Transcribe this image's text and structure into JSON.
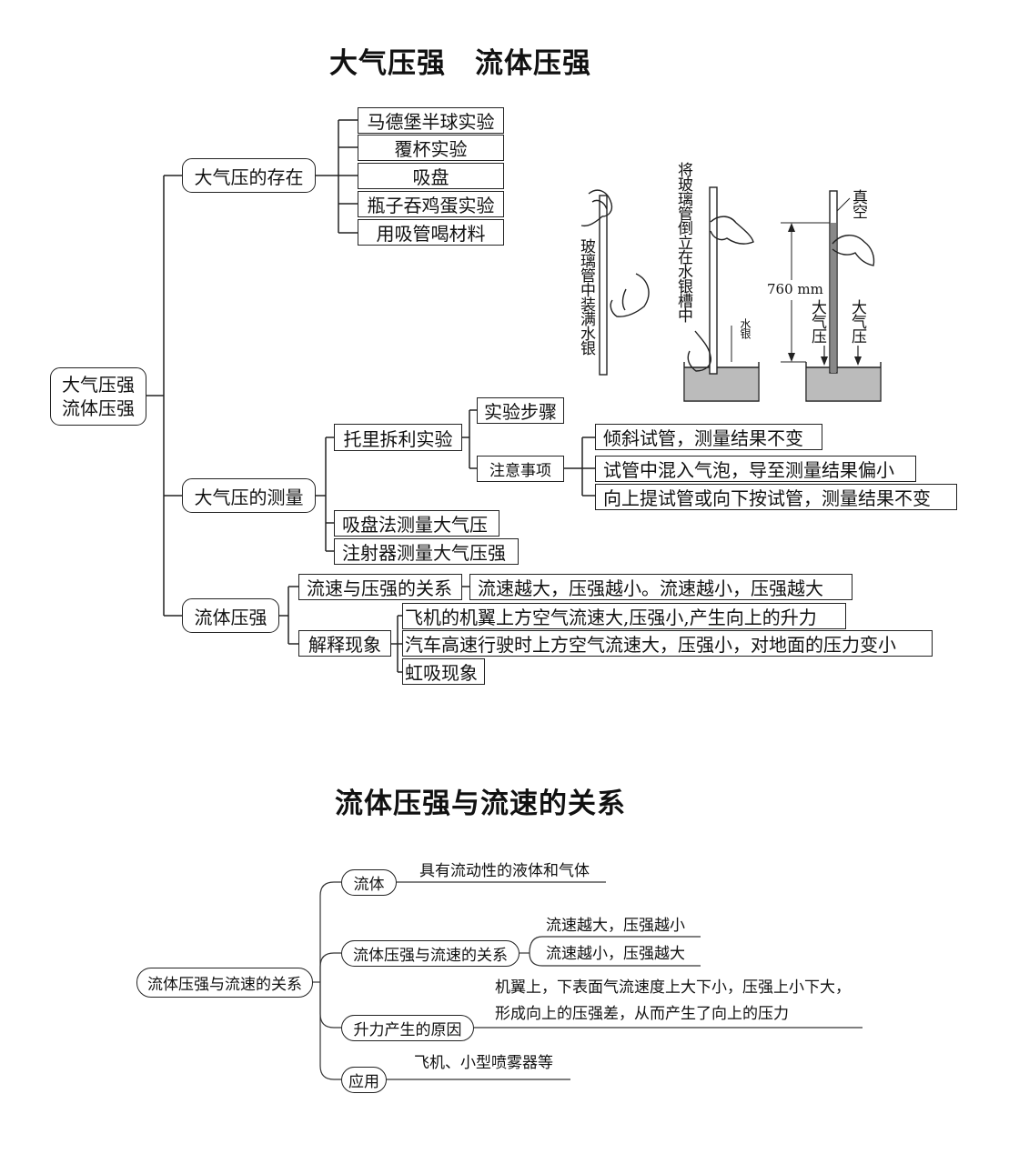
{
  "map1": {
    "title": "大气压强　流体压强",
    "root": [
      "大气压强",
      "流体压强"
    ],
    "existence": {
      "label": "大气压的存在",
      "items": [
        "马德堡半球实验",
        "覆杯实验",
        "吸盘",
        "瓶子吞鸡蛋实验",
        "用吸管喝材料"
      ]
    },
    "measurement": {
      "label": "大气压的测量",
      "torricelli": "托里拆利实验",
      "steps": "实验步骤",
      "notes": "注意事项",
      "notes_items": [
        "倾斜试管，测量结果不变",
        "试管中混入气泡，导至测量结果偏小",
        "向上提试管或向下按试管，测量结果不变"
      ],
      "suction": "吸盘法测量大气压",
      "syringe": "注射器测量大气压强"
    },
    "fluid": {
      "label": "流体压强",
      "relation": "流速与压强的关系",
      "relation_value": "流速越大，压强越小。流速越小，压强越大",
      "explain": "解释现象",
      "explain_items": [
        "飞机的机翼上方空气流速大,压强小,产生向上的升力",
        "汽车高速行驶时上方空气流速大，压强小，对地面的压力变小",
        "虹吸现象"
      ]
    },
    "figure": {
      "step1": "玻璃管中装满水银",
      "step2": "将玻璃管倒立在水银槽中",
      "mercury": "水银",
      "vacuum": "真空",
      "height": "760 mm",
      "atm_left": "大气压",
      "atm_right": "大气压"
    }
  },
  "map2": {
    "title": "流体压强与流速的关系",
    "root": "流体压强与流速的关系",
    "fluid": {
      "label": "流体",
      "desc": "具有流动性的液体和气体"
    },
    "relation": {
      "label": "流体压强与流速的关系",
      "items": [
        "流速越大，压强越小",
        "流速越小，压强越大"
      ]
    },
    "lift": {
      "label": "升力产生的原因",
      "line1": "机翼上，下表面气流速度上大下小，压强上小下大，",
      "line2": "形成向上的压强差，从而产生了向上的压力"
    },
    "apply": {
      "label": "应用",
      "desc": "飞机、小型喷雾器等"
    }
  }
}
